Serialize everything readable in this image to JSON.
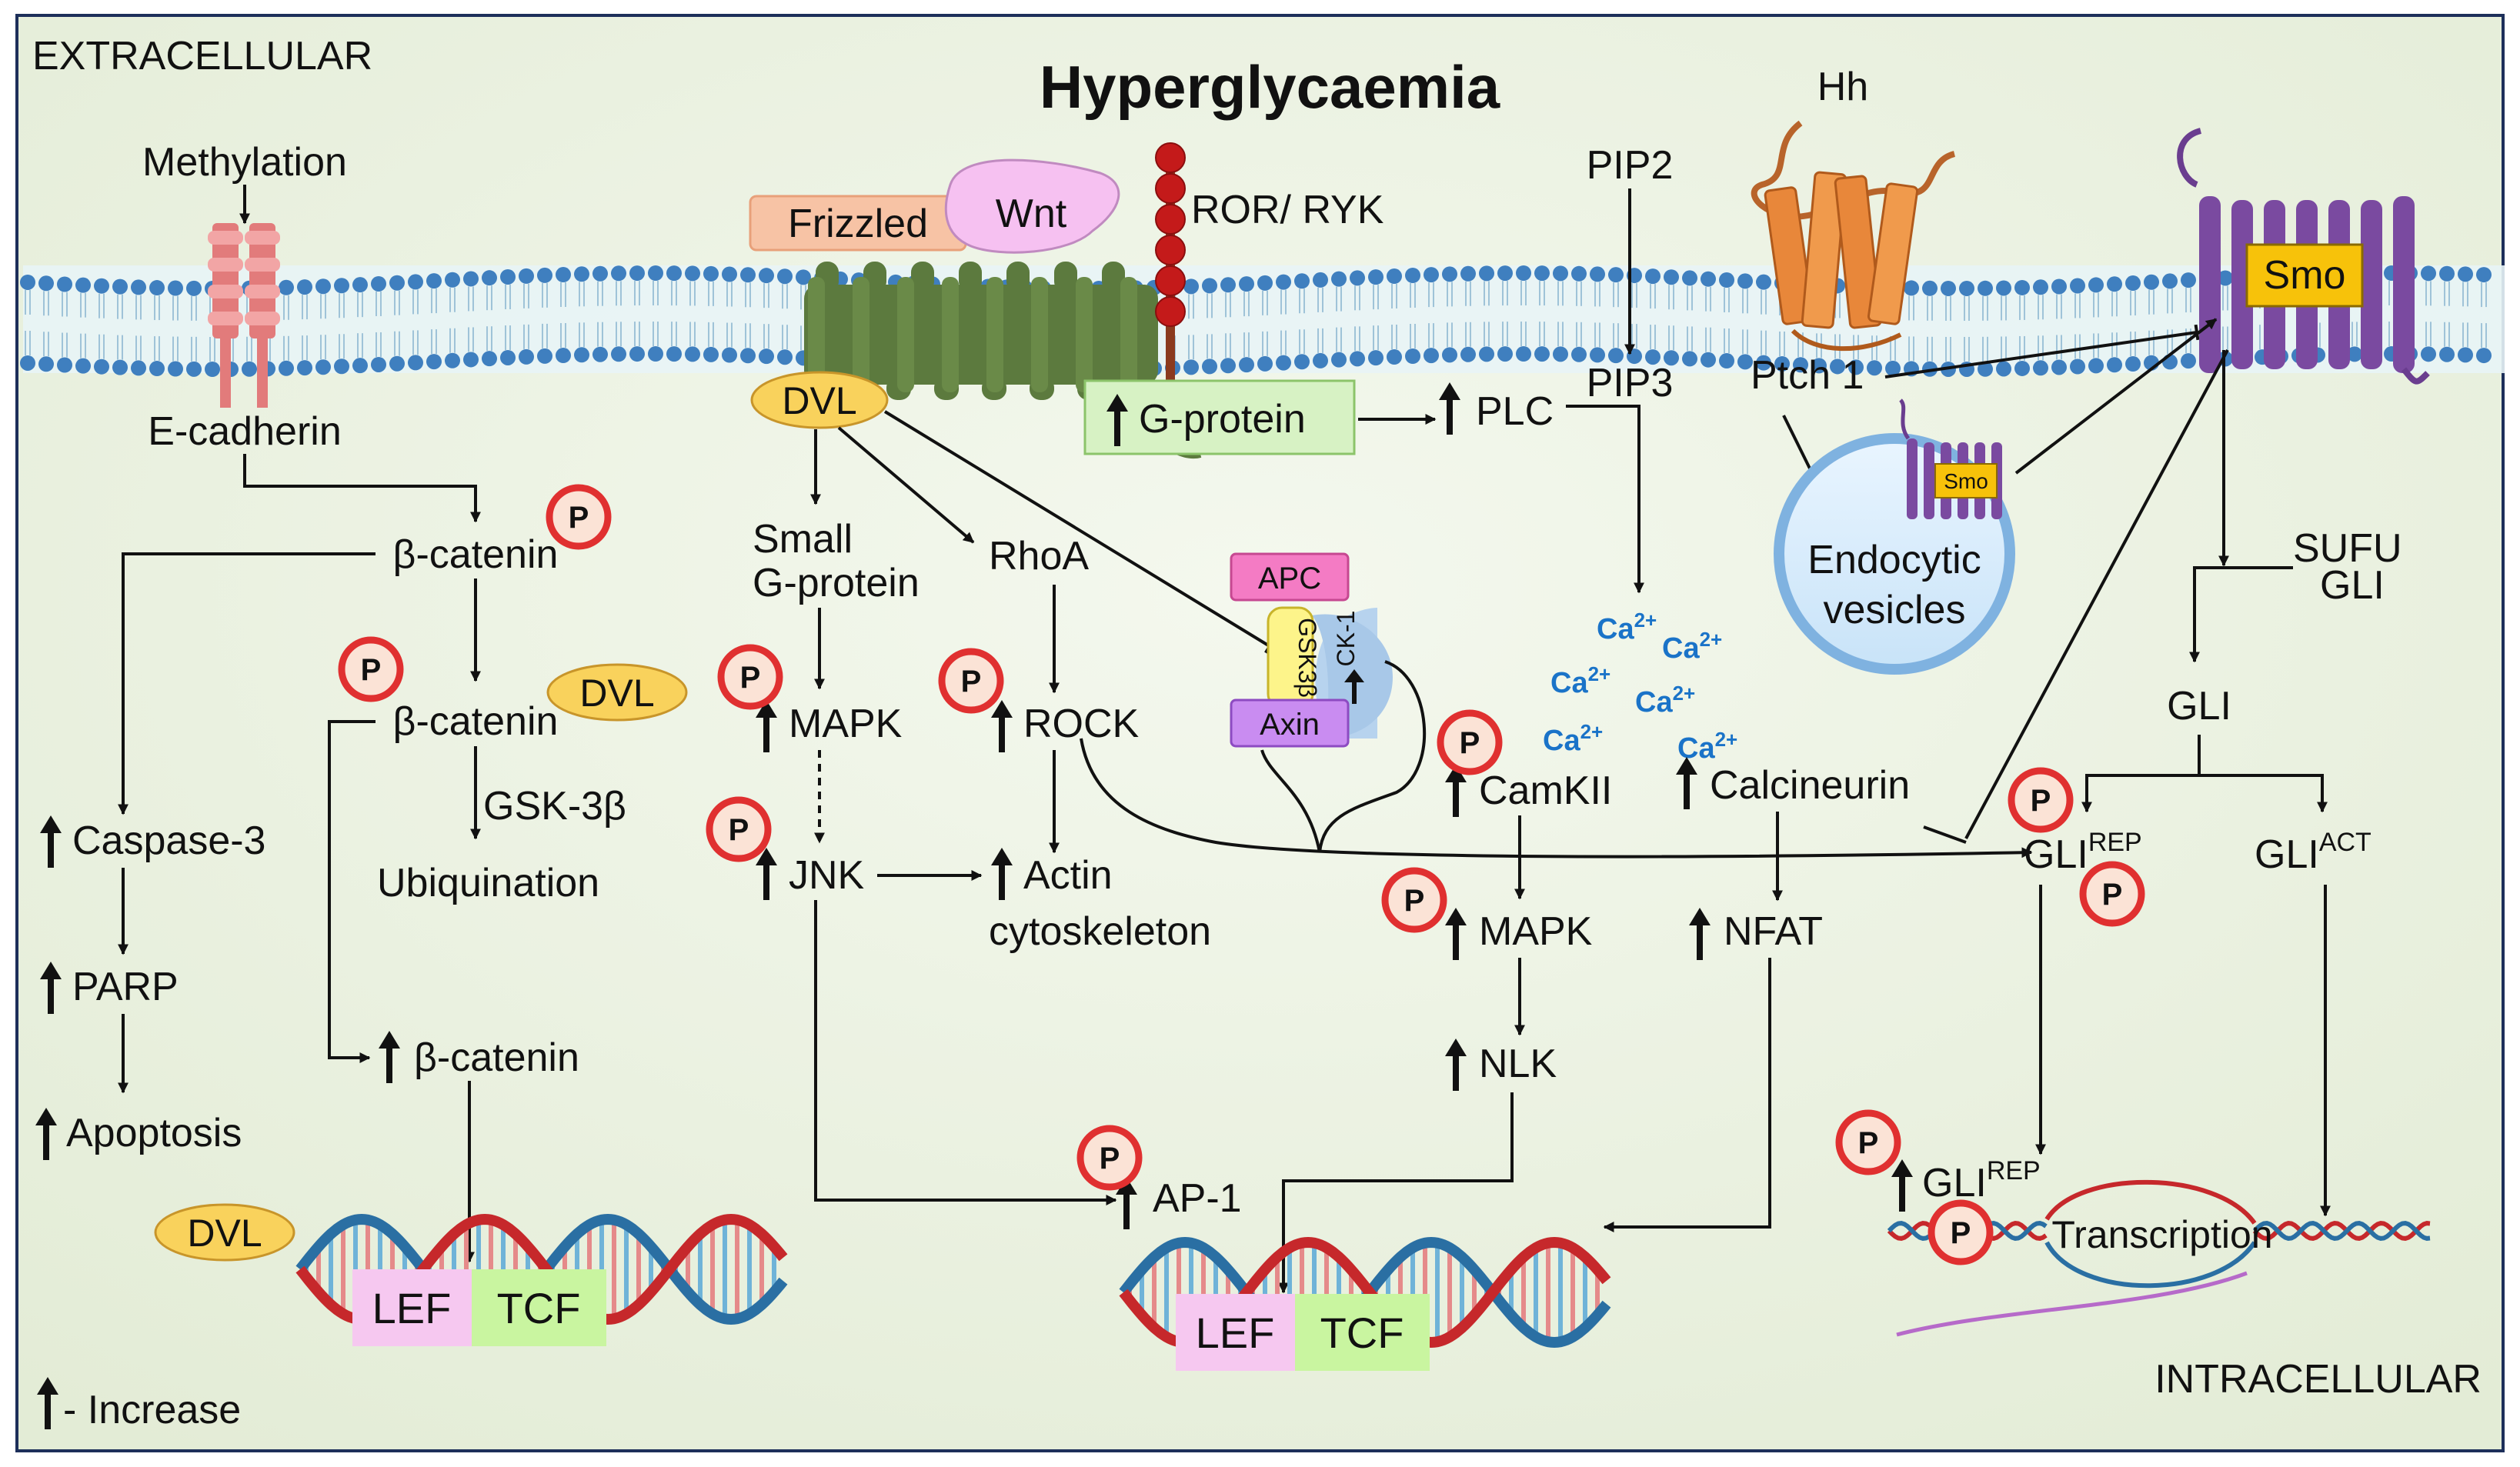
{
  "title": "Hyperglycaemia",
  "regions": {
    "extracellular": "EXTRACELLULAR",
    "intracellular": "INTRACELLULAR"
  },
  "legend": {
    "increase": "- Increase"
  },
  "labels": {
    "methylation": "Methylation",
    "e_cadherin": "E-cadherin",
    "frizzled": "Frizzled",
    "wnt": "Wnt",
    "ror_ryk": "ROR/ RYK",
    "dvl": "DVL",
    "g_protein": "G-protein",
    "plc": "PLC",
    "pip2": "PIP2",
    "pip3": "PIP3",
    "hh": "Hh",
    "ptch1": "Ptch 1",
    "smo": "Smo",
    "endocytic_1": "Endocytic",
    "endocytic_2": "vesicles",
    "beta_catenin": "β-catenin",
    "gsk3b_label": "GSK-3β",
    "ubiquination": "Ubiquination",
    "caspase3": "Caspase-3",
    "parp": "PARP",
    "apoptosis": "Apoptosis",
    "small_1": "Small",
    "small_2": "G-protein",
    "rhoa": "RhoA",
    "mapk": "MAPK",
    "rock": "ROCK",
    "jnk": "JNK",
    "actin_1": "Actin",
    "actin_2": "cytoskeleton",
    "apc": "APC",
    "gsk3b_box": "GSK3β",
    "ck1": "CK-1",
    "axin": "Axin",
    "camkii": "CamKII",
    "calcineurin": "Calcineurin",
    "nfat": "NFAT",
    "nlk": "NLK",
    "ap1": "AP-1",
    "sufu": "SUFU",
    "gli": "GLI",
    "gli_rep_sup": "REP",
    "gli_act_sup": "ACT",
    "transcription": "Transcription",
    "lef": "LEF",
    "tcf": "TCF",
    "p": "P",
    "ca": "Ca",
    "ca_sup": "2+"
  },
  "colors": {
    "background": "#eaf2e0",
    "membrane_blue": "#3f7fbf",
    "receptor_green": "#5c7a3e",
    "phospho_red": "#e03030",
    "smo_purple": "#6a3d8f",
    "smo_yellow": "#f7c20a",
    "ptch_orange": "#e8873a",
    "dvl_yellow": "#f9d25c",
    "dna_red": "#c6282b",
    "dna_blue": "#2a6fa3",
    "calcium_blue": "#1a73c8",
    "lef_pink": "#f6c8f0",
    "tcf_green": "#c9f5a0"
  }
}
